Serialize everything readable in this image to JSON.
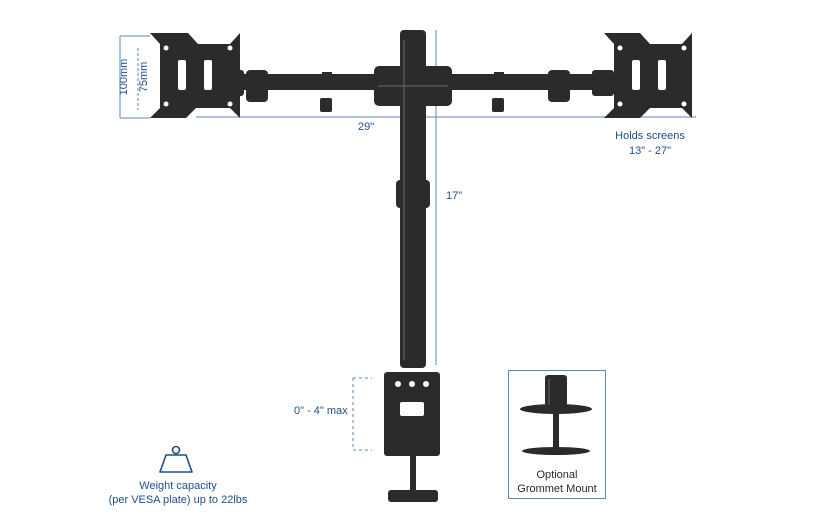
{
  "labels": {
    "height_outer": "100mm",
    "height_inner": "75mm",
    "arm_span": "29\"",
    "pole_height": "17\"",
    "screens_line1": "Holds screens",
    "screens_line2": "13\" - 27\"",
    "clamp_range": "0\" - 4\" max",
    "weight_line1": "Weight capacity",
    "weight_line2": "(per VESA plate) up to 22lbs",
    "grommet_line1": "Optional",
    "grommet_line2": "Grommet Mount"
  },
  "icons": {
    "weight": "weight-icon"
  },
  "colors": {
    "accent": "#1f4e8c",
    "metal": "#2b2b2b",
    "dimension_line": "#5b86b8"
  }
}
